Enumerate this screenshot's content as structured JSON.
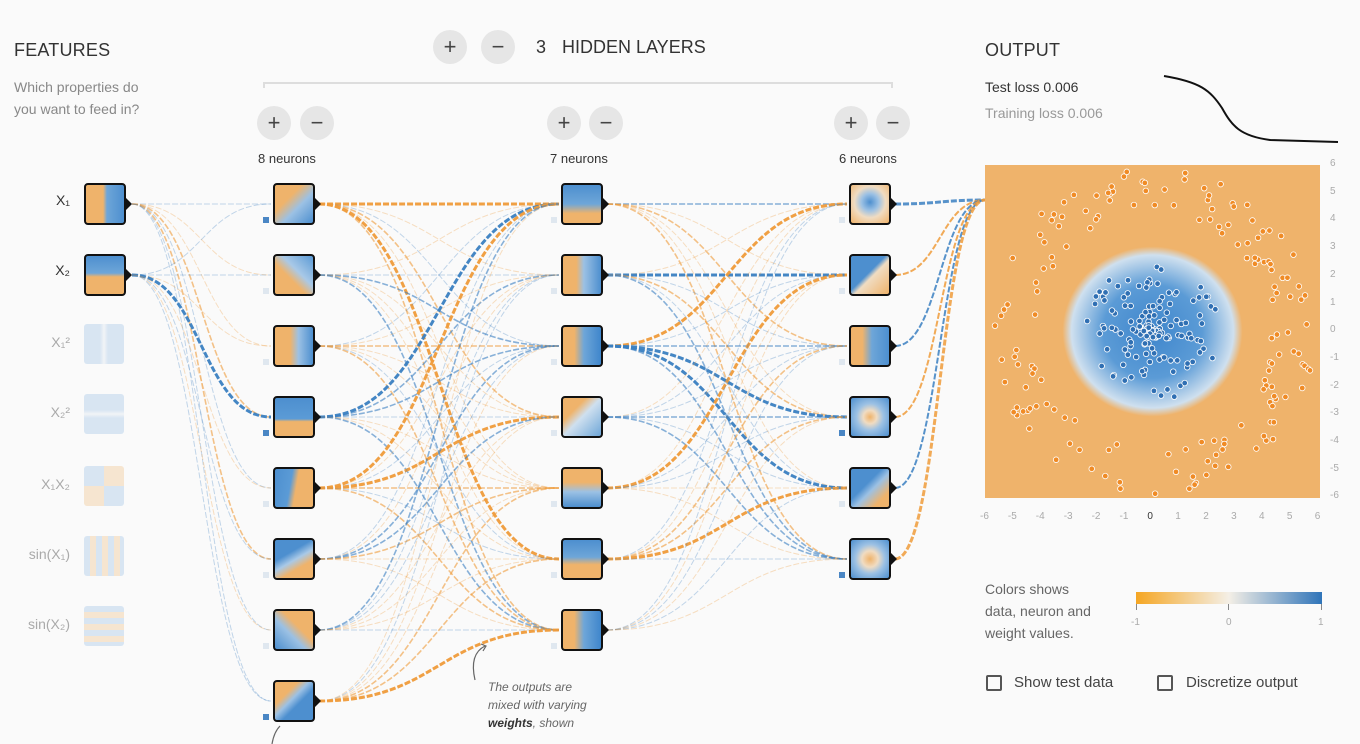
{
  "features": {
    "title": "FEATURES",
    "subtitle_line1": "Which properties do",
    "subtitle_line2": "you want to feed in?",
    "items": [
      {
        "label": "X₁",
        "active": true
      },
      {
        "label": "X₂",
        "active": true
      },
      {
        "label": "X₁²",
        "active": false
      },
      {
        "label": "X₂²",
        "active": false
      },
      {
        "label": "X₁X₂",
        "active": false
      },
      {
        "label": "sin(X₁)",
        "active": false
      },
      {
        "label": "sin(X₂)",
        "active": false
      }
    ]
  },
  "hidden": {
    "add_symbol": "+",
    "remove_symbol": "−",
    "count": "3",
    "label": "HIDDEN LAYERS",
    "layers": [
      {
        "neurons_label": "8 neurons",
        "count": 8
      },
      {
        "neurons_label": "7 neurons",
        "count": 7
      },
      {
        "neurons_label": "6 neurons",
        "count": 6
      }
    ]
  },
  "output": {
    "title": "OUTPUT",
    "test_loss": "Test loss 0.006",
    "training_loss": "Training loss 0.006",
    "y_ticks": [
      "6",
      "5",
      "4",
      "3",
      "2",
      "1",
      "0",
      "-1",
      "-2",
      "-3",
      "-4",
      "-5",
      "-6"
    ],
    "x_ticks": [
      "-6",
      "-5",
      "-4",
      "-3",
      "-2",
      "-1",
      "0",
      "1",
      "2",
      "3",
      "4",
      "5",
      "6"
    ],
    "legend_line1": "Colors shows",
    "legend_line2": "data, neuron and",
    "legend_line3": "weight values.",
    "legend_min": "-1",
    "legend_mid": "0",
    "legend_max": "1",
    "show_test_data": "Show test data",
    "discretize_output": "Discretize output"
  },
  "annotation": {
    "line1": "The outputs are",
    "line2": "mixed with varying",
    "line3_bold": "weights",
    "line3_rest": ", shown"
  },
  "colors": {
    "orange": "#f5a623",
    "blue": "#3a7fc1",
    "bg_orange": "#efb36b",
    "bg_blue": "#4d8fcf"
  }
}
